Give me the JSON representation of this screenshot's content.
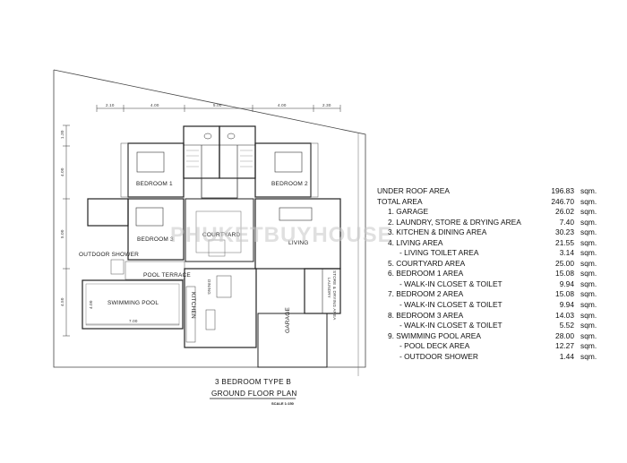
{
  "watermark": "PHUKETBUYHOUSE",
  "plan": {
    "title_line1": "3 BEDROOM TYPE B",
    "title_line2": "GROUND FLOOR PLAN",
    "scale": "SCALE 1:150",
    "rooms": {
      "bedroom1": "BEDROOM 1",
      "bedroom2": "BEDROOM 2",
      "bedroom3": "BEDROOM 3",
      "courtyard": "COURTYARD",
      "living": "LIVING",
      "outdoor_shower": "OUTDOOR SHOWER",
      "pool_terrace": "POOL TERRACE",
      "swimming_pool": "SWIMMING POOL",
      "kitchen": "KITCHEN",
      "dining": "DINING",
      "garage": "GARAGE",
      "laundry": "LAUNDRY",
      "store_drying": "STORE & DRYING AREA"
    },
    "dimensions": {
      "top": [
        "2.10",
        "4.00",
        "5.00",
        "4.00",
        "2.30"
      ],
      "left": [
        "1.30",
        "4.00",
        "5.00",
        "4.50"
      ],
      "pool_width": "7.00",
      "pool_depth": "4.00"
    }
  },
  "area_table": {
    "unit": "sqm.",
    "rows": [
      {
        "label": "UNDER ROOF AREA",
        "value": "196.83",
        "level": 0
      },
      {
        "label": "TOTAL AREA",
        "value": "246.70",
        "level": 0
      },
      {
        "label": "1.  GARAGE",
        "value": "26.02",
        "level": 1
      },
      {
        "label": "2.  LAUNDRY, STORE & DRYING AREA",
        "value": "7.40",
        "level": 1
      },
      {
        "label": "3.  KITCHEN & DINING AREA",
        "value": "30.23",
        "level": 1
      },
      {
        "label": "4.  LIVING AREA",
        "value": "21.55",
        "level": 1
      },
      {
        "label": "-     LIVING TOILET AREA",
        "value": "3.14",
        "level": 2
      },
      {
        "label": "5.  COURTYARD AREA",
        "value": "25.00",
        "level": 1
      },
      {
        "label": "6.  BEDROOM 1 AREA",
        "value": "15.08",
        "level": 1
      },
      {
        "label": "-     WALK-IN CLOSET & TOILET",
        "value": "9.94",
        "level": 2
      },
      {
        "label": "7.  BEDROOM 2 AREA",
        "value": "15.08",
        "level": 1
      },
      {
        "label": "-     WALK-IN CLOSET & TOILET",
        "value": "9.94",
        "level": 2
      },
      {
        "label": "8.  BEDROOM 3 AREA",
        "value": "14.03",
        "level": 1
      },
      {
        "label": "-     WALK-IN CLOSET & TOILET",
        "value": "5.52",
        "level": 2
      },
      {
        "label": "9.  SWIMMING POOL AREA",
        "value": "28.00",
        "level": 1
      },
      {
        "label": "-     POOL DECK AREA",
        "value": "12.27",
        "level": 2
      },
      {
        "label": "-     OUTDOOR SHOWER",
        "value": "1.44",
        "level": 2
      }
    ]
  }
}
